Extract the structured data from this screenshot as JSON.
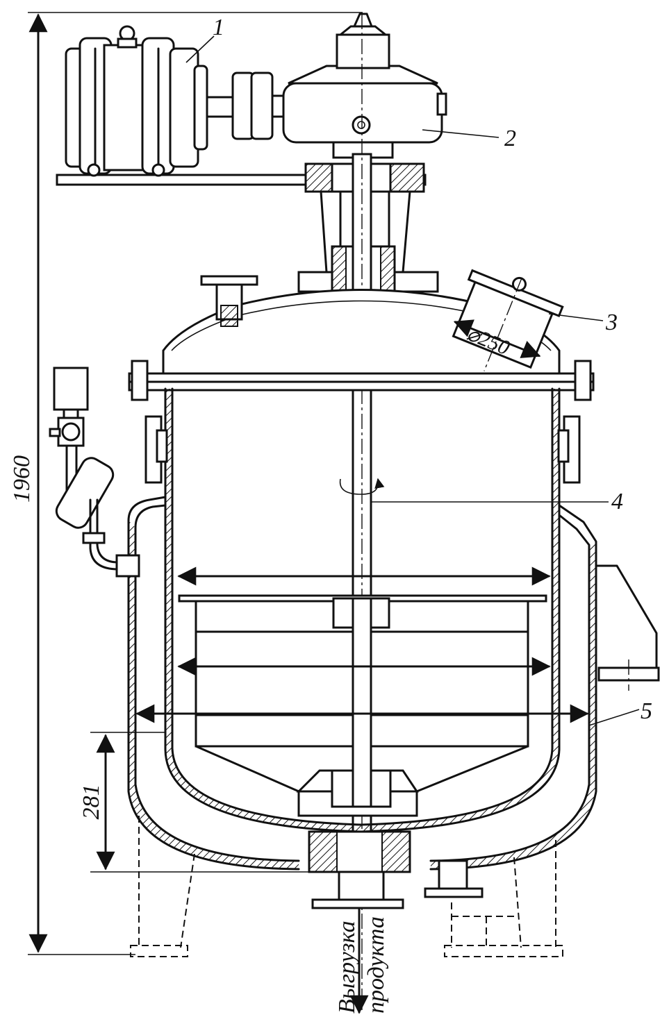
{
  "callouts": [
    {
      "id": "motor",
      "label": "1"
    },
    {
      "id": "gearbox",
      "label": "2"
    },
    {
      "id": "hatch",
      "label": "3"
    },
    {
      "id": "shaft",
      "label": "4"
    },
    {
      "id": "jacket",
      "label": "5"
    }
  ],
  "dimensions": {
    "overall_height": "1960",
    "hatch_diameter": "⌀250",
    "bottom_height": "281"
  },
  "outlet_label": {
    "line1": "Выгрузка",
    "line2": "продукта"
  }
}
